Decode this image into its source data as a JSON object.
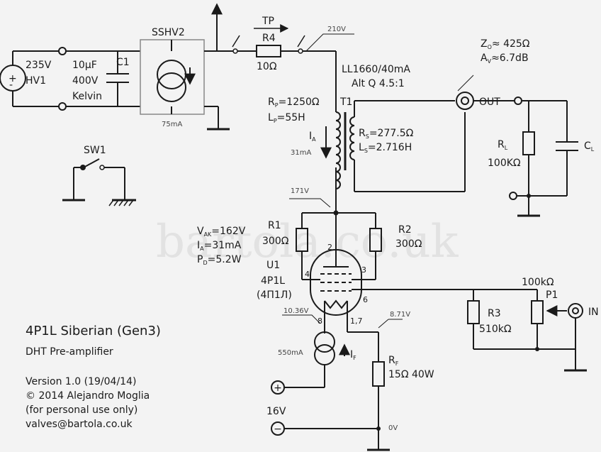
{
  "title": "4P1L Siberian (Gen3)",
  "subtitle": "DHT Pre-amplifier",
  "version": "Version 1.0 (19/04/14)",
  "copyright": "© 2014 Alejandro Moglia",
  "usage": "(for personal use only)",
  "email": "valves@bartola.co.uk",
  "watermark": "bartola.co.uk",
  "components": {
    "hv1": {
      "volt": "235V",
      "name": "HV1"
    },
    "c1": {
      "name": "C1",
      "v1": "10µF",
      "v2": "400V",
      "v3": "Kelvin"
    },
    "sshv2": {
      "name": "SSHV2",
      "current": "75mA"
    },
    "tp": "TP",
    "r4": {
      "name": "R4",
      "value": "10Ω"
    },
    "v210": "210V",
    "t1": {
      "model": "LL1660/40mA",
      "ratio": "Alt Q 4.5:1",
      "name": "T1"
    },
    "rp": {
      "pre": "R",
      "sub": "P",
      "val": "=1250Ω"
    },
    "lp": {
      "pre": "L",
      "sub": "P",
      "val": "=55H"
    },
    "rs": {
      "pre": "R",
      "sub": "S",
      "val": "=277.5Ω"
    },
    "ls": {
      "pre": "L",
      "sub": "S",
      "val": "=2.716H"
    },
    "ia_arrow": {
      "pre": "I",
      "sub": "A"
    },
    "ia_current": "31mA",
    "zo": {
      "pre": "Z",
      "sub": "O",
      "val": "≈ 425Ω"
    },
    "av": {
      "pre": "A",
      "sub": "V",
      "val": "≈6.7dB"
    },
    "out": "OUT",
    "rl": {
      "pre": "R",
      "sub": "L",
      "val": "100KΩ"
    },
    "cl": {
      "pre": "C",
      "sub": "L"
    },
    "sw1": "SW1",
    "v171": "171V",
    "r1": {
      "name": "R1",
      "value": "300Ω"
    },
    "r2": {
      "name": "R2",
      "value": "300Ω"
    },
    "vak": {
      "pre": "V",
      "sub": "AK",
      "val": "=162V"
    },
    "ia": {
      "pre": "I",
      "sub": "A",
      "val": "=31mA"
    },
    "pd": {
      "pre": "P",
      "sub": "D",
      "val": "=5.2W"
    },
    "u1": {
      "name": "U1",
      "type": "4P1L",
      "alt": "(4П1Л)"
    },
    "pins": {
      "p2": "2",
      "p3": "3",
      "p4": "4",
      "p6": "6",
      "p8": "8",
      "p17": "1,7"
    },
    "v1036": "10.36V",
    "v871": "8.71V",
    "cs_current": "550mA",
    "if": {
      "pre": "I",
      "sub": "F"
    },
    "rf": {
      "pre": "R",
      "sub": "F",
      "val": "15Ω 40W"
    },
    "p1": {
      "name": "P1",
      "value": "100kΩ"
    },
    "r3": {
      "name": "R3",
      "value": "510kΩ"
    },
    "in": "IN",
    "supply16": "16V",
    "v0": "0V",
    "plus": "+",
    "minus": "−"
  }
}
